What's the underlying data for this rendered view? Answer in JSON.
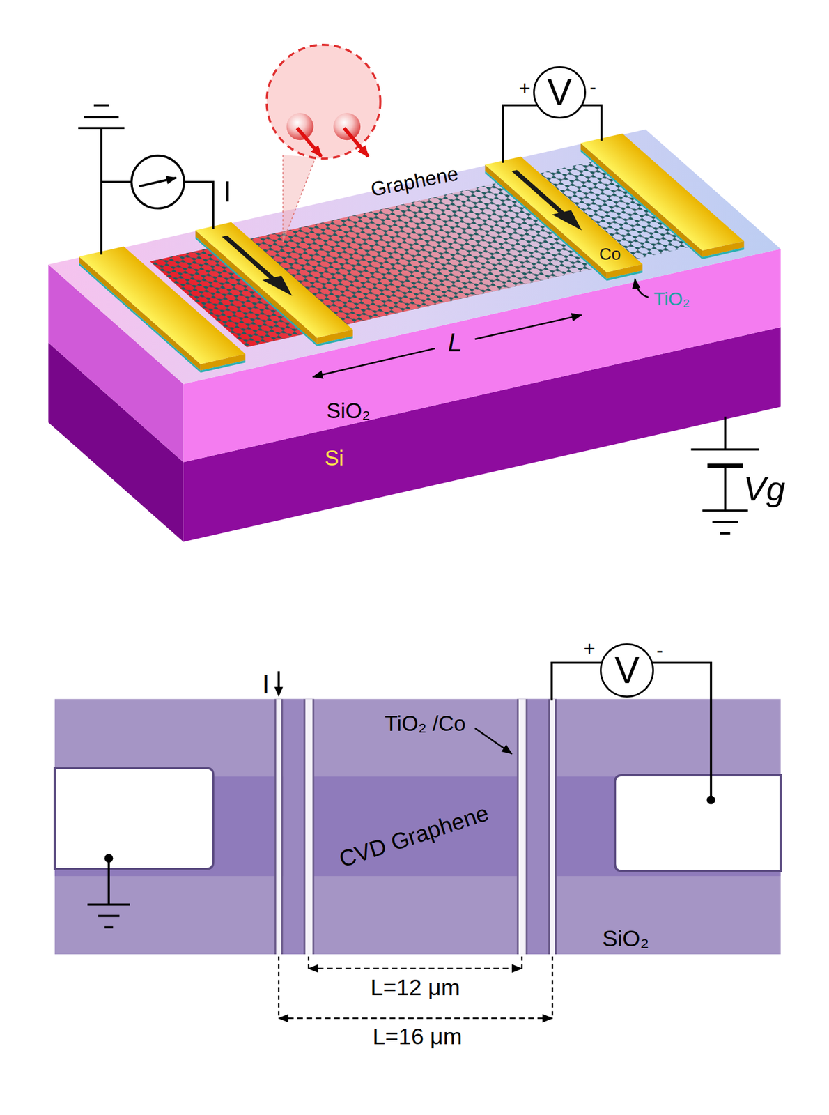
{
  "diagram": {
    "nodes": [
      {
        "text": [
          "V"
        ]
      },
      {
        "text": [
          "V"
        ]
      }
    ],
    "labels": [
      "I",
      "+",
      "-",
      "Graphene",
      "Co",
      "TiO₂",
      "L",
      "SiO₂",
      "Si",
      "Vg",
      "I",
      "+",
      "-",
      "TiO₂ /Co",
      "CVD Graphene",
      "SiO₂",
      "L=12 μm",
      "L=16 μm"
    ]
  }
}
